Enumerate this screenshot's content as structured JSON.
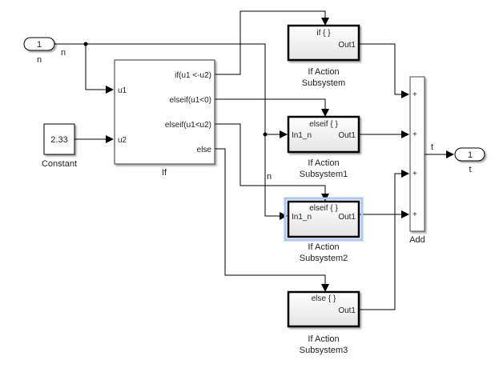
{
  "diagram": {
    "inport": {
      "number": "1",
      "name": "n",
      "signal_label": "n"
    },
    "constant": {
      "value": "2.33",
      "name": "Constant"
    },
    "if_block": {
      "name": "If",
      "inputs": [
        "u1",
        "u2"
      ],
      "outputs": [
        "if(u1 <-u2)",
        "elseif(u1<0)",
        "elseif(u1<u2)",
        "else"
      ]
    },
    "branch_signal_label": "n",
    "subsystems": [
      {
        "name_line1": "If Action",
        "name_line2": "Subsystem",
        "action": "if { }",
        "input": "",
        "output": "Out1",
        "selected": false
      },
      {
        "name_line1": "If Action",
        "name_line2": "Subsystem1",
        "action": "elseif { }",
        "input": "In1_n",
        "output": "Out1",
        "selected": false
      },
      {
        "name_line1": "If Action",
        "name_line2": "Subsystem2",
        "action": "elseif { }",
        "input": "In1_n",
        "output": "Out1",
        "selected": true
      },
      {
        "name_line1": "If Action",
        "name_line2": "Subsystem3",
        "action": "else { }",
        "input": "",
        "output": "Out1",
        "selected": false
      }
    ],
    "add_block": {
      "name": "Add",
      "signs": [
        "+",
        "+",
        "+",
        "+"
      ]
    },
    "outport": {
      "number": "1",
      "name": "t",
      "signal_label": "t"
    },
    "colors": {
      "wire": "#000000",
      "selection": "#a8c8f0",
      "block_fill_top": "#ffffff",
      "block_fill_bottom": "#e6e6e6"
    }
  }
}
